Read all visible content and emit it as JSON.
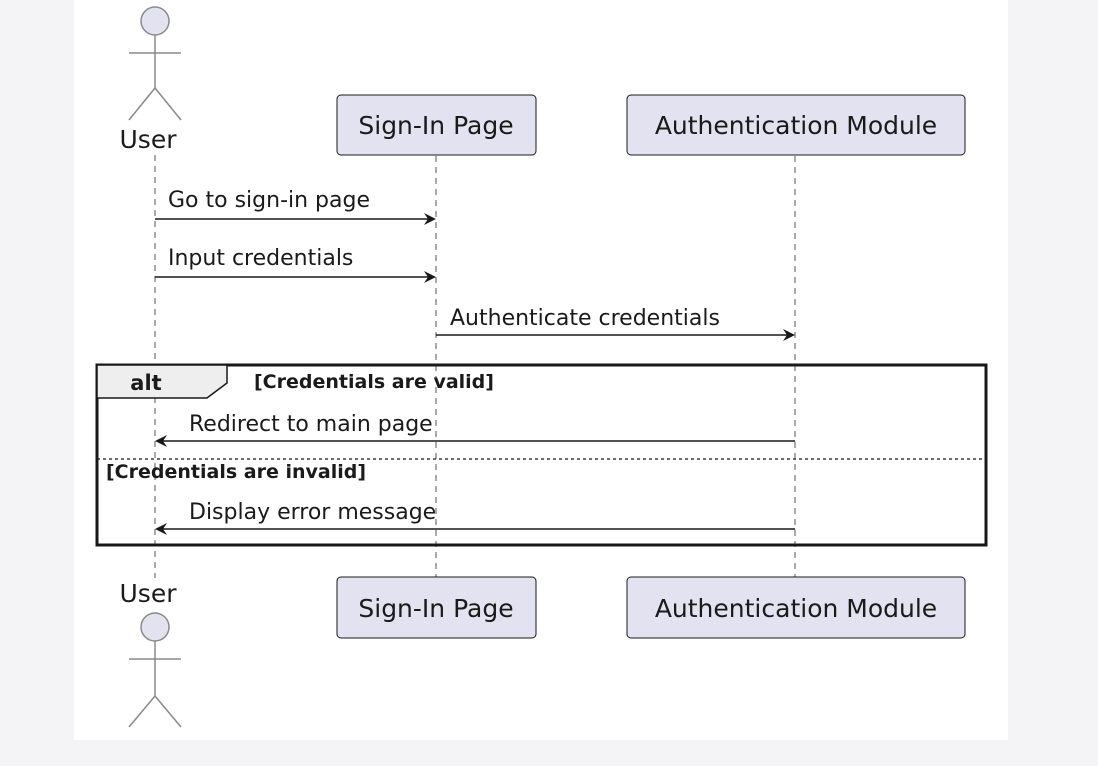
{
  "participants": [
    {
      "id": "user",
      "label": "User",
      "kind": "actor"
    },
    {
      "id": "signin",
      "label": "Sign-In Page",
      "kind": "box"
    },
    {
      "id": "auth",
      "label": "Authentication Module",
      "kind": "box"
    }
  ],
  "messages": [
    {
      "from": "user",
      "to": "signin",
      "label": "Go to sign-in page"
    },
    {
      "from": "user",
      "to": "signin",
      "label": "Input credentials"
    },
    {
      "from": "signin",
      "to": "auth",
      "label": "Authenticate credentials"
    }
  ],
  "alt": {
    "keyword": "alt",
    "branches": [
      {
        "guard": "[Credentials are valid]",
        "message": {
          "from": "auth",
          "to": "user",
          "label": "Redirect to main page"
        }
      },
      {
        "guard": "[Credentials are invalid]",
        "message": {
          "from": "auth",
          "to": "user",
          "label": "Display error message"
        }
      }
    ]
  },
  "colors": {
    "participant_fill": "#e2e2f0",
    "participant_border": "#181818",
    "actor_stroke": "#8a8a8a",
    "line": "#181818",
    "lifeline": "#181818",
    "fragment_tab_fill": "#eeeeee"
  }
}
